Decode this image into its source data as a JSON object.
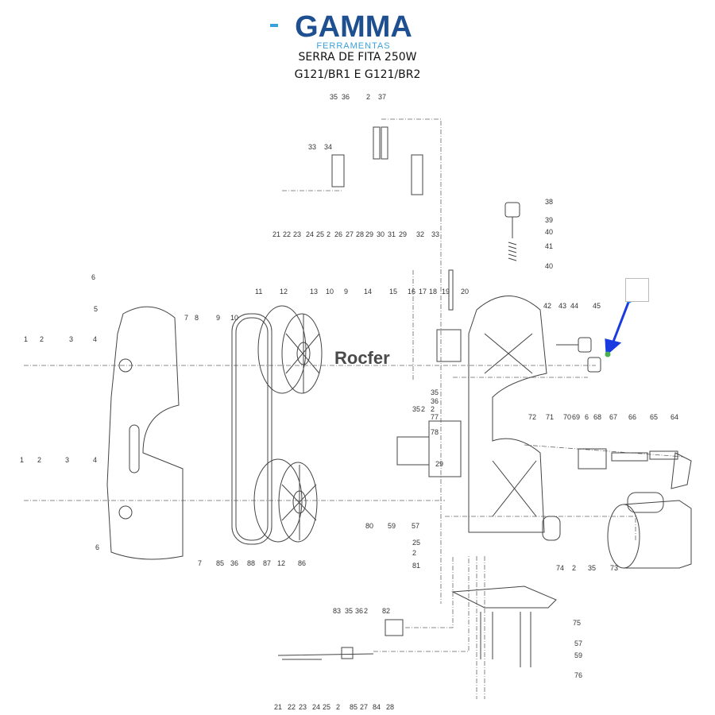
{
  "header": {
    "brand": "GAMMA",
    "brand_sub": "FERRAMENTAS",
    "title_line1": "SERRA DE FITA 250W",
    "title_line2": "G121/BR1 E G121/BR2"
  },
  "watermark": "Rocfer",
  "colors": {
    "brand_blue": "#1d4f91",
    "brand_light": "#3aa0dc",
    "arrow": "#1a3be0",
    "line": "#444444"
  },
  "part_labels": [
    "35",
    "36",
    "2",
    "37",
    "33",
    "34",
    "21",
    "22",
    "23",
    "24",
    "25",
    "2",
    "26",
    "27",
    "28",
    "29",
    "30",
    "31",
    "29",
    "32",
    "33",
    "38",
    "39",
    "40",
    "41",
    "40",
    "6",
    "5",
    "1",
    "2",
    "3",
    "4",
    "7",
    "8",
    "9",
    "10",
    "11",
    "12",
    "13",
    "10",
    "9",
    "14",
    "15",
    "16",
    "17",
    "18",
    "19",
    "20",
    "42",
    "43",
    "44",
    "45",
    "35",
    "36",
    "2",
    "35",
    "2",
    "77",
    "78",
    "29",
    "72",
    "71",
    "70",
    "69",
    "6",
    "68",
    "67",
    "66",
    "65",
    "64",
    "1",
    "2",
    "3",
    "4",
    "6",
    "7",
    "85",
    "36",
    "88",
    "87",
    "12",
    "86",
    "80",
    "59",
    "57",
    "25",
    "2",
    "81",
    "74",
    "2",
    "35",
    "73",
    "83",
    "35",
    "36",
    "2",
    "82",
    "75",
    "57",
    "59",
    "76",
    "21",
    "22",
    "23",
    "24",
    "25",
    "2",
    "85",
    "27",
    "84",
    "28"
  ]
}
